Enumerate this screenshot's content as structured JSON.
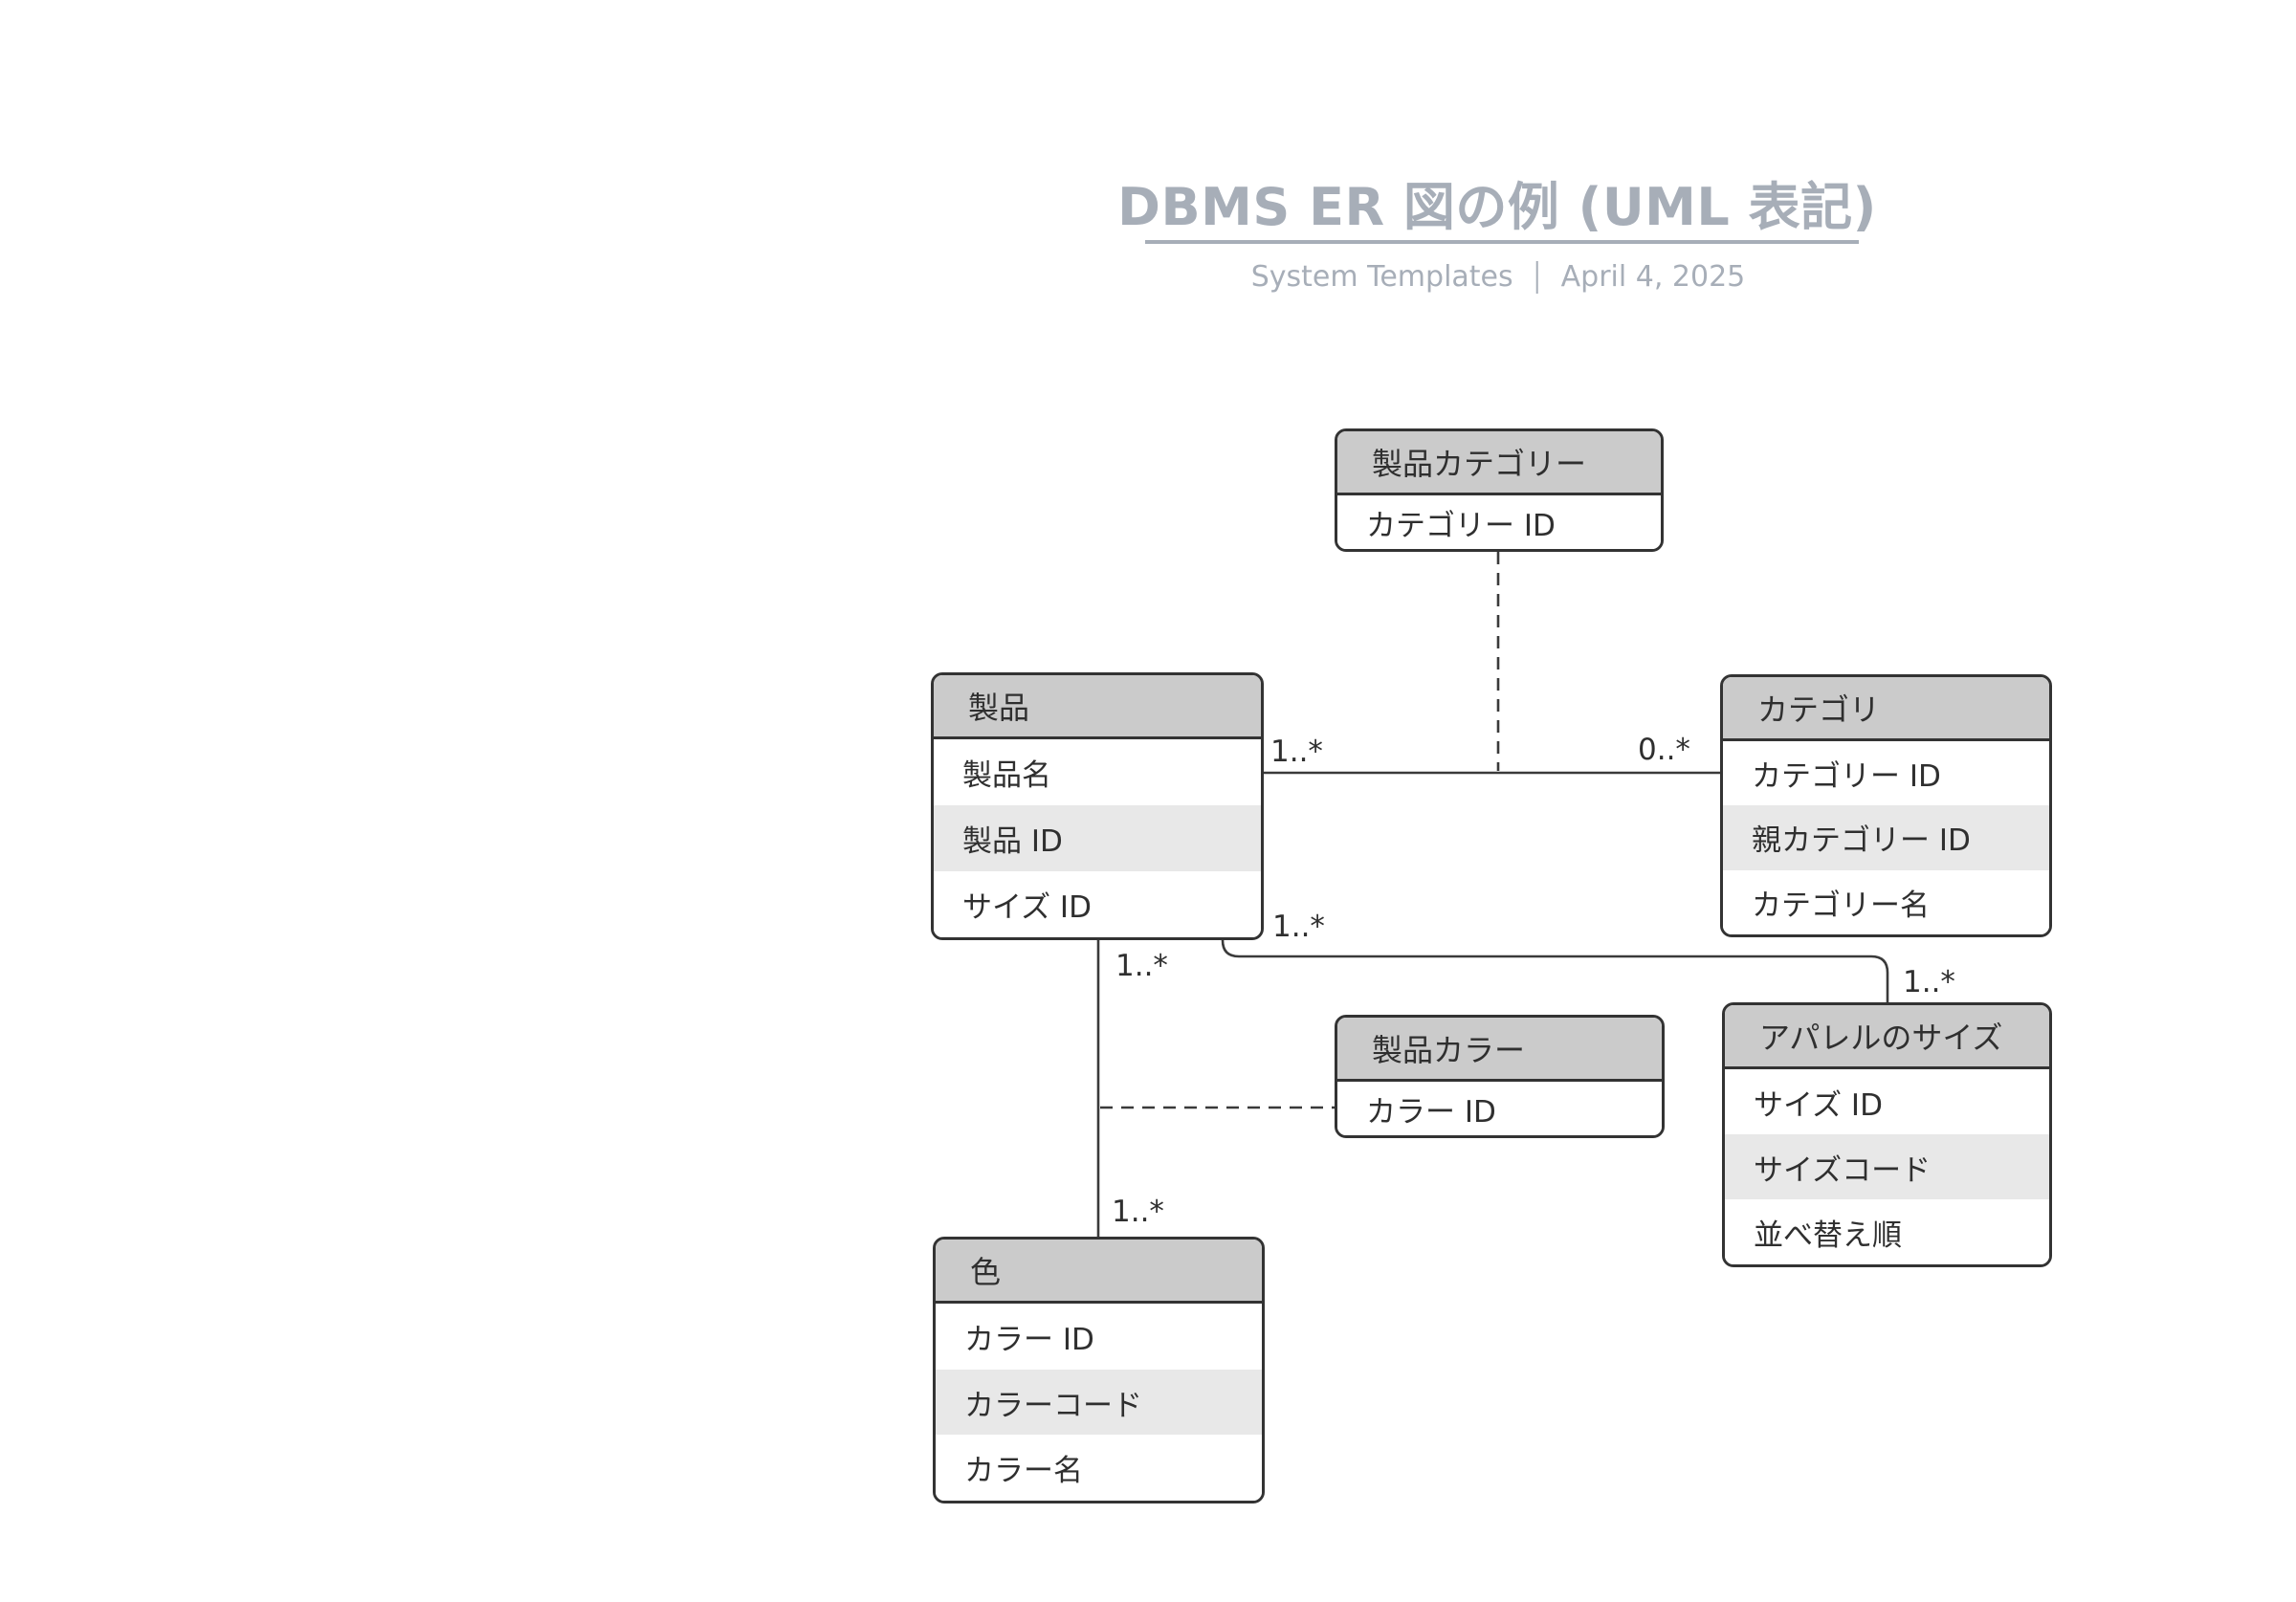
{
  "header": {
    "title": "DBMS ER 図の例 (UML 表記)",
    "subtitle_left": "System Templates",
    "subtitle_right": "April 4, 2025"
  },
  "entities": [
    {
      "id": "product-category",
      "title": "製品カテゴリー",
      "rows": [
        "カテゴリー ID"
      ]
    },
    {
      "id": "product",
      "title": "製品",
      "rows": [
        "製品名",
        "製品 ID",
        "サイズ ID"
      ]
    },
    {
      "id": "category",
      "title": "カテゴリ",
      "rows": [
        "カテゴリー ID",
        "親カテゴリー ID",
        "カテゴリー名"
      ]
    },
    {
      "id": "product-color",
      "title": "製品カラー",
      "rows": [
        "カラー ID"
      ]
    },
    {
      "id": "apparel-size",
      "title": "アパレルのサイズ",
      "rows": [
        "サイズ ID",
        "サイズコード",
        "並べ替え順"
      ]
    },
    {
      "id": "color",
      "title": "色",
      "rows": [
        "カラー ID",
        "カラーコード",
        "カラー名"
      ]
    }
  ],
  "relationships": [
    {
      "from": "製品",
      "to": "カテゴリ",
      "from_multiplicity": "1..*",
      "to_multiplicity": "0..*",
      "line_style": "solid",
      "association_class": "製品カテゴリー",
      "association_link_style": "dashed"
    },
    {
      "from": "製品",
      "to": "色",
      "from_multiplicity": "1..*",
      "to_multiplicity": "1..*",
      "line_style": "solid",
      "association_class": "製品カラー",
      "association_link_style": "dashed"
    },
    {
      "from": "製品",
      "to": "アパレルのサイズ",
      "from_multiplicity": "1..*",
      "to_multiplicity": "1..*",
      "line_style": "solid"
    }
  ],
  "colors": {
    "background": "#ffffff",
    "title_text": "#a7aeb8",
    "subtitle_text": "#a7aeb8",
    "title_rule": "#a7aeb8",
    "entity_header_fill": "#cbcbcb",
    "entity_row_fill": "#ffffff",
    "entity_row_alt_fill": "#e8e8e8",
    "entity_border": "#333333",
    "entity_text": "#2f2f2f",
    "connector": "#3a3a3a",
    "multiplicity_text": "#2f2f2f"
  }
}
